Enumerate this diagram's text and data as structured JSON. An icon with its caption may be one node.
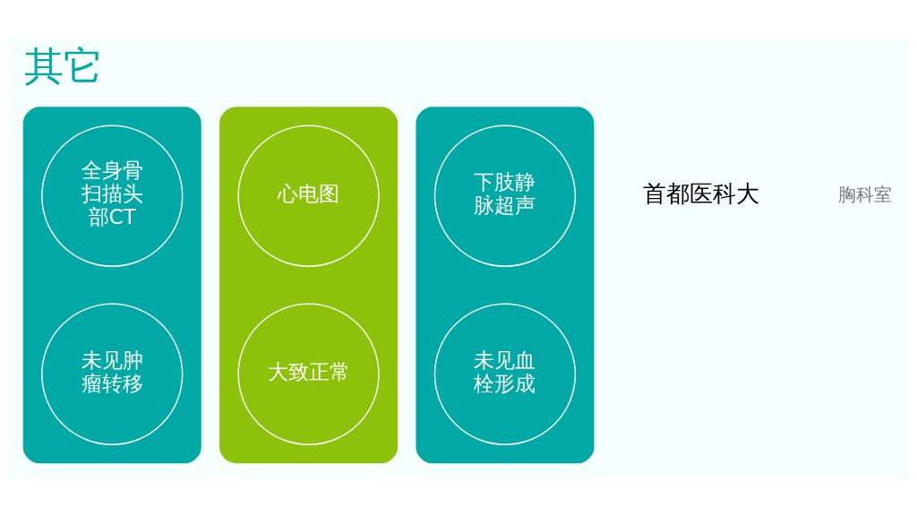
{
  "diagram": {
    "title": "其它",
    "nodes": [
      {
        "text": [],
        "shape": "box"
      },
      {
        "text": [
          "全身骨扫描头部CT"
        ],
        "in": 0
      },
      {
        "text": [
          "未见肿瘤转移"
        ],
        "in": 0
      },
      {
        "text": [],
        "shape": "box"
      },
      {
        "text": [
          "心电图"
        ],
        "in": 3
      },
      {
        "text": [
          "大致正常"
        ],
        "in": 3
      },
      {
        "text": [],
        "shape": "box"
      },
      {
        "text": [
          "下肢静脉超声"
        ],
        "in": 6
      },
      {
        "text": [
          "未见血栓形成"
        ],
        "in": 6
      }
    ],
    "edges": [],
    "labels": [
      "首都医科大",
      "胸科室"
    ]
  }
}
